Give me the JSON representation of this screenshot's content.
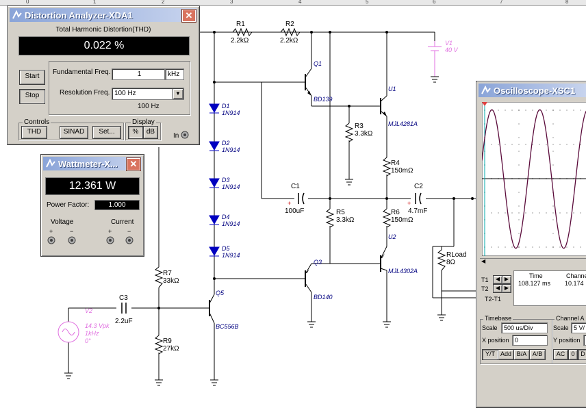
{
  "ruler": {
    "ticks": [
      "0",
      "1",
      "2",
      "3",
      "4",
      "5",
      "6",
      "7",
      "8"
    ]
  },
  "schematic": {
    "r1": {
      "name": "R1",
      "value": "2.2kΩ"
    },
    "r2": {
      "name": "R2",
      "value": "2.2kΩ"
    },
    "r3": {
      "name": "R3",
      "value": "3.3kΩ"
    },
    "r4": {
      "name": "R4",
      "value": "150mΩ"
    },
    "r5": {
      "name": "R5",
      "value": "3.3kΩ"
    },
    "r6": {
      "name": "R6",
      "value": "150mΩ"
    },
    "r7": {
      "name": "R7",
      "value": "33kΩ"
    },
    "r9": {
      "name": "R9",
      "value": "27kΩ"
    },
    "c1": {
      "name": "C1",
      "value": "100uF"
    },
    "c2": {
      "name": "C2",
      "value": "4.7mF"
    },
    "c3": {
      "name": "C3",
      "value": "2.2uF"
    },
    "q1": {
      "name": "Q1",
      "part": "BD139"
    },
    "q3": {
      "name": "Q3",
      "part": "BD140"
    },
    "q5": {
      "name": "Q5",
      "part": "BC556B"
    },
    "u1": {
      "name": "U1",
      "part": "MJL4281A"
    },
    "u2": {
      "name": "U2",
      "part": "MJL4302A"
    },
    "diodes": [
      {
        "name": "D1",
        "part": "1N914"
      },
      {
        "name": "D2",
        "part": "1N914"
      },
      {
        "name": "D3",
        "part": "1N914"
      },
      {
        "name": "D4",
        "part": "1N914"
      },
      {
        "name": "D5",
        "part": "1N914"
      }
    ],
    "v1": {
      "name": "V1",
      "value": "40 V"
    },
    "v2": {
      "name": "V2",
      "amplitude": "14.3 Vpk",
      "freq": "1kHz",
      "phase": "0°"
    },
    "rload": {
      "name": "RLoad",
      "value": "8Ω"
    }
  },
  "distortion": {
    "title": "Distortion Analyzer-XDA1",
    "heading": "Total Harmonic Distortion(THD)",
    "reading": "0.022 %",
    "start_label": "Start",
    "stop_label": "Stop",
    "fund_label": "Fundamental Freq.",
    "fund_value": "1",
    "fund_unit": "kHz",
    "res_label": "Resolution Freq.",
    "res_value": "100 Hz",
    "res_readout": "100 Hz",
    "controls_label": "Controls",
    "thd_label": "THD",
    "sinad_label": "SINAD",
    "set_label": "Set...",
    "display_label": "Display",
    "pct_label": "%",
    "db_label": "dB",
    "in_label": "In"
  },
  "wattmeter": {
    "title": "Wattmeter-X...",
    "reading": "12.361 W",
    "pf_label": "Power Factor:",
    "pf_value": "1.000",
    "voltage_label": "Voltage",
    "current_label": "Current",
    "plus": "+",
    "minus": "−"
  },
  "oscilloscope": {
    "title": "Oscilloscope-XSC1",
    "t1_label": "T1",
    "t2_label": "T2",
    "t2t1_label": "T2-T1",
    "time_header": "Time",
    "channel_header": "Channe",
    "time_value": "108.127 ms",
    "channel_value": "10.174",
    "timebase_label": "Timebase",
    "scale_label": "Scale",
    "scale_value": "500 us/Div",
    "xpos_label": "X position",
    "xpos_value": "0",
    "yt_label": "Y/T",
    "add_label": "Add",
    "ba_label": "B/A",
    "ab_label": "A/B",
    "chA_label": "Channel A",
    "chA_scale_label": "Scale",
    "chA_scale_value": "5  V/",
    "ypos_label": "Y position",
    "ac_label": "AC",
    "zero_label": "0",
    "dc_label": "D",
    "trace": {
      "color": "#5a0a3a",
      "points_per_div": 1.4,
      "amplitude_fraction": 0.9
    }
  }
}
